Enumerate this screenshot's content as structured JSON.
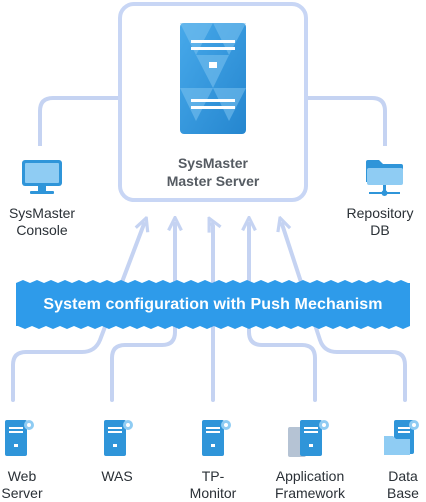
{
  "master": {
    "title": "SysMaster\nMaster Server"
  },
  "console": {
    "label": "SysMaster\nConsole"
  },
  "repository": {
    "label": "Repository\nDB"
  },
  "banner": {
    "text": "System configuration with Push Mechanism"
  },
  "clients": [
    {
      "label": "Web\nServer"
    },
    {
      "label": "WAS"
    },
    {
      "label": "TP-\nMonitor"
    },
    {
      "label": "Application\nFramework"
    },
    {
      "label": "Data\nBase"
    }
  ],
  "colors": {
    "accent": "#2f95d9",
    "banner": "#2e9bea",
    "connector": "#c5d3f2",
    "box_border": "#c8d6f5"
  }
}
